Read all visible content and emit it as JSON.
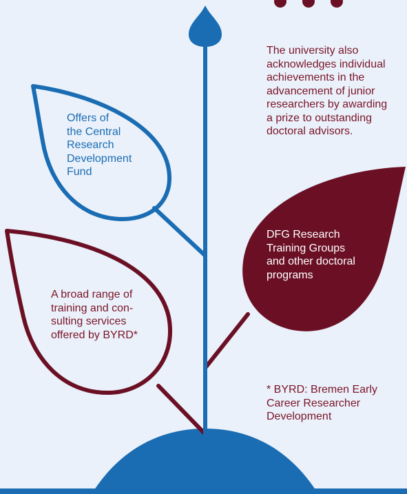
{
  "colors": {
    "background": "#eaf1fa",
    "blue": "#1a6cb3",
    "wine": "#6b1024",
    "wine_text": "#7a1428",
    "white": "#ffffff"
  },
  "texts": {
    "acknowledgement": "The university also\nacknowledges individual\nachievements in the\nadvancement of junior\nresearchers by awarding\na prize to outstanding\ndoctoral advisors.",
    "central_fund": "Offers of\nthe Central\nResearch\nDevelopment\nFund",
    "dfg_groups": "DFG Research\nTraining Groups\nand other doctoral\nprograms",
    "byrd_services": "A broad range of\ntraining and con-\nsulting services\noffered by BYRD*",
    "footnote": "* BYRD: Bremen Early\nCareer Researcher\nDevelopment"
  }
}
